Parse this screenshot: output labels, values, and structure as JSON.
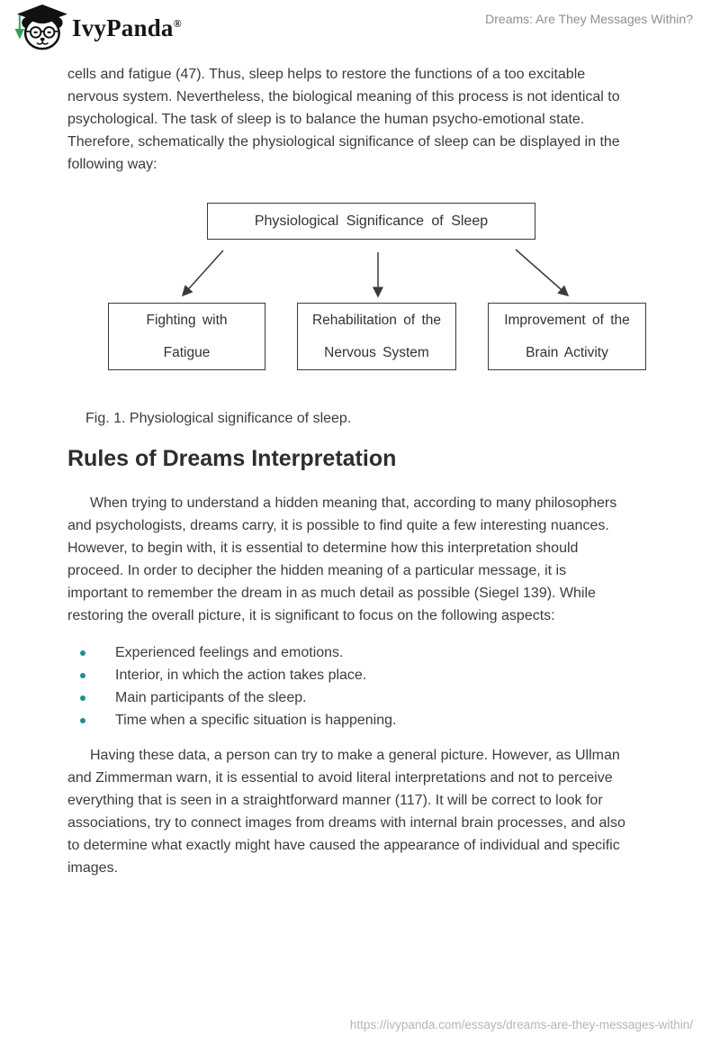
{
  "header": {
    "brand": "IvyPanda",
    "registered": "®",
    "doc_title": "Dreams: Are They Messages Within?"
  },
  "content": {
    "paragraph1": "cells and fatigue (47). Thus, sleep helps to restore the functions of a too excitable\nnervous system. Nevertheless, the biological meaning of this process is not identical to\npsychological. The task of sleep is to balance the human psycho-emotional state.\nTherefore, schematically the physiological significance of sleep can be displayed in the\nfollowing way:",
    "heading": "Rules of Dreams Interpretation",
    "paragraph2": "When trying to understand a hidden meaning that, according to many philosophers\nand psychologists, dreams carry, it is possible to find quite a few interesting nuances.\nHowever, to begin with, it is essential to determine how this interpretation should\nproceed. In order to decipher the hidden meaning of a particular message, it is\nimportant to remember the dream in as much detail as possible (Siegel 139). While\nrestoring the overall picture, it is significant to focus on the following aspects:",
    "list": [
      "Experienced feelings and emotions.",
      "Interior, in which the action takes place.",
      "Main participants of the sleep.",
      "Time when a specific situation is happening."
    ],
    "paragraph3": "Having these data, a person can try to make a general picture. However, as Ullman\nand Zimmerman warn, it is essential to avoid literal interpretations and not to perceive\neverything that is seen in a straightforward manner (117). It will be correct to look for\nassociations, try to connect images from dreams with internal brain processes, and also\nto determine what exactly might have caused the appearance of individual and specific\nimages."
  },
  "figure": {
    "root_label": "Physiological Significance of Sleep",
    "child_labels": [
      "Fighting with\nFatigue",
      "Rehabilitation of the\nNervous System",
      "Improvement of the\nBrain Activity"
    ],
    "caption": "Fig. 1. Physiological significance of sleep."
  },
  "footer": {
    "url": "https://ivypanda.com/essays/dreams-are-they-messages-within/"
  },
  "colors": {
    "bullet": "#1e8e89",
    "tassel_green": "#33a05a",
    "diagram_ink": "#3a3a3a",
    "body_text": "#3c3c3c",
    "muted_header": "#8f8f8f",
    "muted_footer": "#b5b5b5"
  }
}
